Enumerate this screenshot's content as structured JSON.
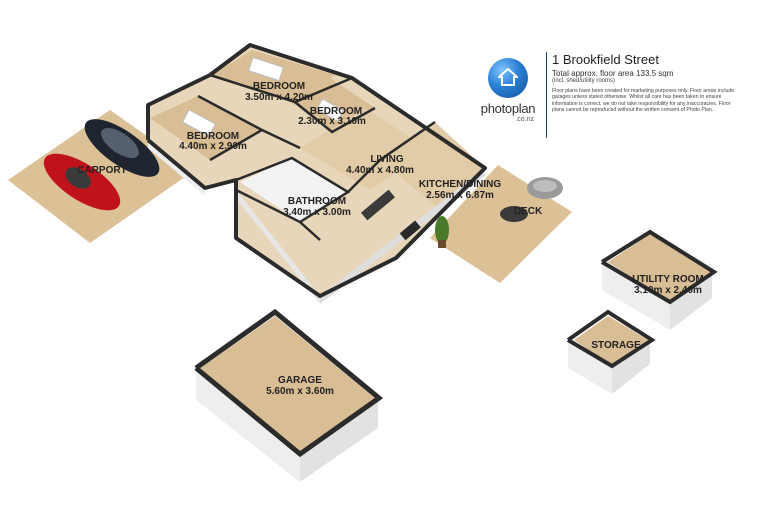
{
  "title": {
    "address": "1 Brookfield Street",
    "area": "Total approx. floor area 133.5 sqm",
    "note": "(incl. shed/utility rooms)",
    "disclaimer": "Floor plans have been created for marketing purposes only. Floor areas include garages unless stated otherwise. Whilst all care has been taken to ensure information is correct, we do not take responsibility for any inaccuracies. Floor plans cannot be reproduced without the written consent of Photo Plan."
  },
  "brand": {
    "name": "photoplan",
    "sub": ".co.nz",
    "logo_icon": "house-icon"
  },
  "rooms": [
    {
      "key": "bedroom1",
      "name": "BEDROOM",
      "size": "3.50m x 4.20m"
    },
    {
      "key": "bedroom2",
      "name": "BEDROOM",
      "size": "2.30m x 3.10m"
    },
    {
      "key": "bedroom3",
      "name": "BEDROOM",
      "size": "4.40m x 2.90m"
    },
    {
      "key": "living",
      "name": "LIVING",
      "size": "4.40m x 4.80m"
    },
    {
      "key": "kitchen",
      "name": "KITCHEN/DINING",
      "size": "2.56m x 6.87m"
    },
    {
      "key": "bathroom",
      "name": "BATHROOM",
      "size": "3.40m x 3.00m"
    },
    {
      "key": "carport",
      "name": "CARPORT",
      "size": ""
    },
    {
      "key": "deck",
      "name": "DECK",
      "size": ""
    },
    {
      "key": "utility",
      "name": "UTILITY ROOM",
      "size": "3.10m x 2.40m"
    },
    {
      "key": "storage",
      "name": "STORAGE",
      "size": ""
    },
    {
      "key": "garage",
      "name": "GARAGE",
      "size": "5.60m x 3.60m"
    }
  ],
  "colors": {
    "floor": "#d9bd95",
    "wall_top": "#2b2b2b",
    "wall_face": "#f1f1f1",
    "outdoor": "#dcc197",
    "car_red": "#c0121a",
    "car_dark": "#1e2430",
    "brand_blue": "#1a5fb4"
  }
}
